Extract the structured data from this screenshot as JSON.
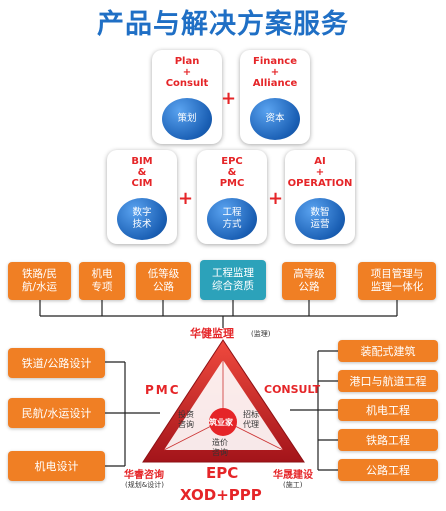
{
  "title": "产品与解决方案服务",
  "colors": {
    "title": "#1f6fc5",
    "accent_red": "#e52528",
    "orange": "#f07f24",
    "teal": "#2ca2ba",
    "blue": "#1a5fb4"
  },
  "cards": [
    {
      "top": "Plan\n+\nConsult",
      "circle": "策划"
    },
    {
      "top": "Finance\n+\nAlliance",
      "circle": "资本"
    },
    {
      "top": "BIM\n&\nCIM",
      "circle": "数字\n技术"
    },
    {
      "top": "EPC\n&\nPMC",
      "circle": "工程\n方式"
    },
    {
      "top": "AI\n+\nOPERATION",
      "circle": "数智\n运营"
    }
  ],
  "plus_sign": "+",
  "orange_row": [
    "铁路/民\n航/水运",
    "机电\n专项",
    "低等级\n公路",
    "工程监理\n综合资质",
    "高等级\n公路",
    "项目管理与\n监理一体化"
  ],
  "left_boxes": [
    "铁道/公路设计",
    "民航/水运设计",
    "机电设计"
  ],
  "right_boxes": [
    "装配式建筑",
    "港口与航道工程",
    "机电工程",
    "铁路工程",
    "公路工程"
  ],
  "triangle": {
    "top_label": "华健监理",
    "top_sub": "(监理)",
    "left_side": "PMC",
    "right_side": "CONSULT",
    "bottom_left": "华睿咨询",
    "bottom_left_sub": "(规划&设计)",
    "bottom_right": "华晟建设",
    "bottom_right_sub": "(施工)",
    "center": "筑业家",
    "inner_left": "投资\n咨询",
    "inner_right": "招标\n代理",
    "inner_bottom": "造价\n咨询",
    "bottom_center": "EPC",
    "footer": "XOD+PPP"
  }
}
